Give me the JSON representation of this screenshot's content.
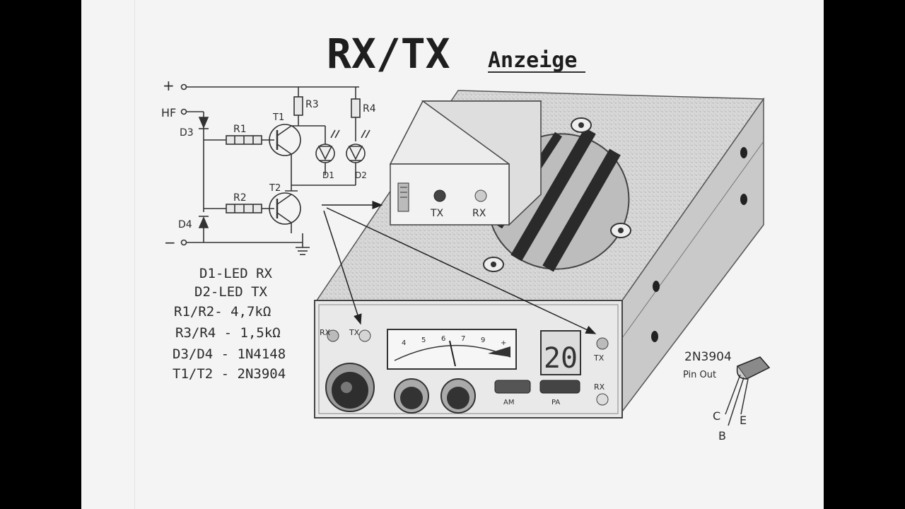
{
  "title": {
    "main": "RX/TX",
    "sub": "Anzeige"
  },
  "schematic": {
    "terminals": {
      "plus": "+",
      "hf": "HF",
      "minus": "−"
    },
    "components": {
      "d3": "D3",
      "d4": "D4",
      "r1": "R1",
      "r2": "R2",
      "r3": "R3",
      "r4": "R4",
      "t1": "T1",
      "t2": "T2",
      "d1": "D1",
      "d2": "D2"
    }
  },
  "legend": [
    "D1-LED RX",
    "D2-LED TX",
    "R1/R2- 4,7kΩ",
    "R3/R4 - 1,5kΩ",
    "D3/D4 - 1N4148",
    "T1/T2 - 2N3904"
  ],
  "indicator_box": {
    "tx": "TX",
    "rx": "RX"
  },
  "radio": {
    "rx_left": "RX",
    "tx_left": "TX",
    "meter_scale": [
      "4",
      "5",
      "6",
      "7",
      "9",
      "+"
    ],
    "channel_display": "20",
    "tx_right": "TX",
    "rx_right": "RX",
    "switch_am": "AM",
    "switch_pa": "PA"
  },
  "pinout": {
    "part": "2N3904",
    "label": "Pin Out",
    "pins": [
      "C",
      "B",
      "E"
    ]
  }
}
